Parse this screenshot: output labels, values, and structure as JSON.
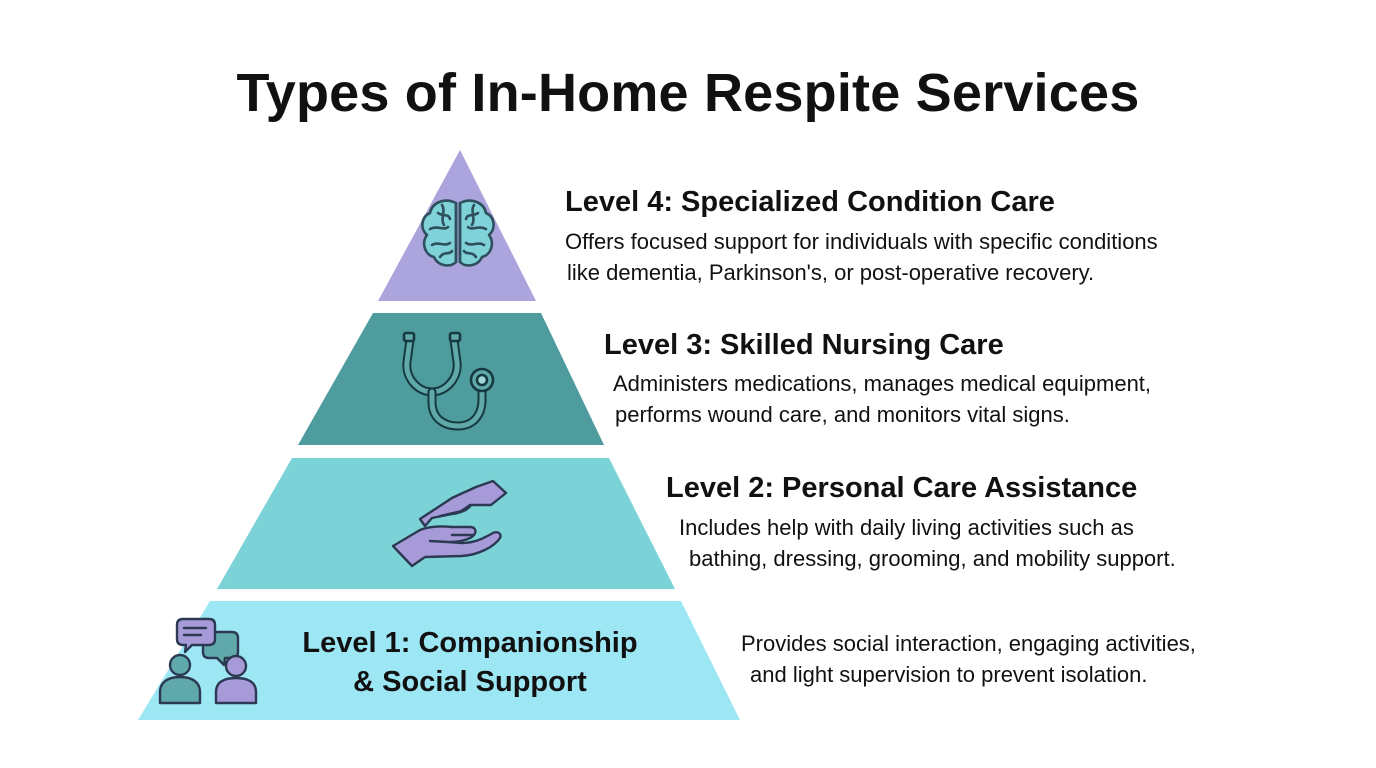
{
  "title": "Types of In-Home Respite Services",
  "levels": [
    {
      "heading": "Level 4: Specialized Condition Care",
      "lines": [
        "Offers focused support for individuals with specific conditions",
        "like dementia, Parkinson's, or post-operative recovery."
      ],
      "icon": "brain-icon",
      "color": "#ABA4DD"
    },
    {
      "heading": "Level 3: Skilled Nursing Care",
      "lines": [
        "Administers medications, manages medical equipment,",
        "performs wound care, and monitors vital signs."
      ],
      "icon": "stethoscope-icon",
      "color": "#4E9C9E"
    },
    {
      "heading": "Level 2: Personal Care Assistance",
      "lines": [
        "Includes help with daily living activities such as",
        "bathing, dressing, grooming, and mobility support."
      ],
      "icon": "hands-icon",
      "color": "#7CD3D7"
    },
    {
      "heading_lines": [
        "Level 1: Companionship",
        "& Social Support"
      ],
      "lines": [
        "Provides social interaction, engaging activities,",
        "and light supervision to prevent isolation."
      ],
      "icon": "people-chat-icon",
      "color": "#9DE6F3"
    }
  ]
}
